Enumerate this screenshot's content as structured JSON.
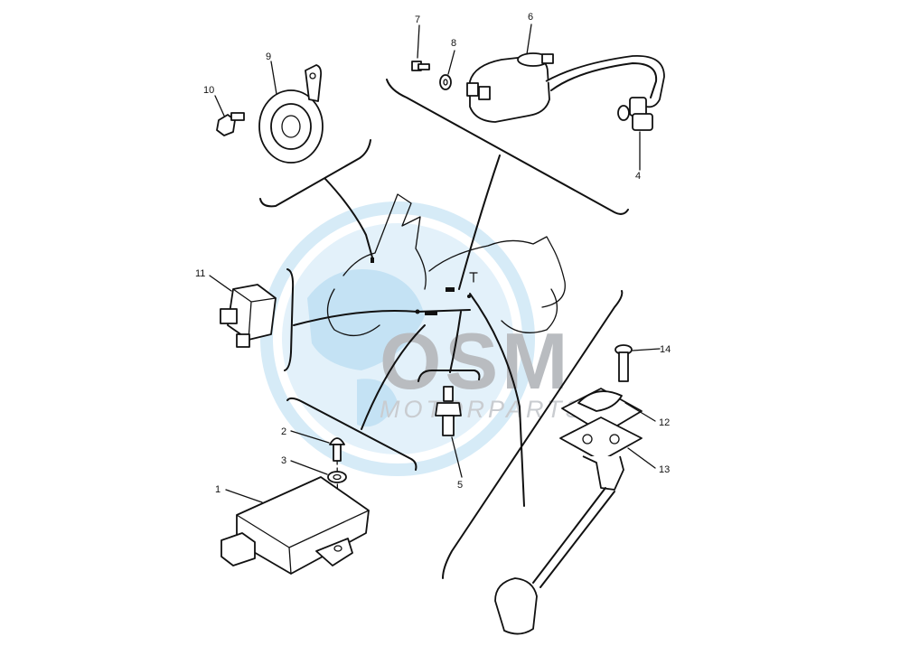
{
  "watermark": {
    "brand": "OSM",
    "tagline": "MOTORPARTS",
    "globe_color": "#bfe0f2",
    "text_color": "#b9bcc0"
  },
  "callouts": [
    "1",
    "2",
    "3",
    "4",
    "5",
    "6",
    "7",
    "8",
    "9",
    "10",
    "11",
    "12",
    "13",
    "14"
  ],
  "parts": [
    {
      "id": "ecu-unit"
    },
    {
      "id": "screw"
    },
    {
      "id": "washer"
    },
    {
      "id": "spark-plug-cap"
    },
    {
      "id": "sensor-switch"
    },
    {
      "id": "ignition-coil"
    },
    {
      "id": "bolt"
    },
    {
      "id": "washer-small"
    },
    {
      "id": "horn"
    },
    {
      "id": "horn-bolt"
    },
    {
      "id": "relay"
    },
    {
      "id": "switch-cover"
    },
    {
      "id": "sidestand-switch-plate"
    },
    {
      "id": "flange-bolt"
    }
  ]
}
